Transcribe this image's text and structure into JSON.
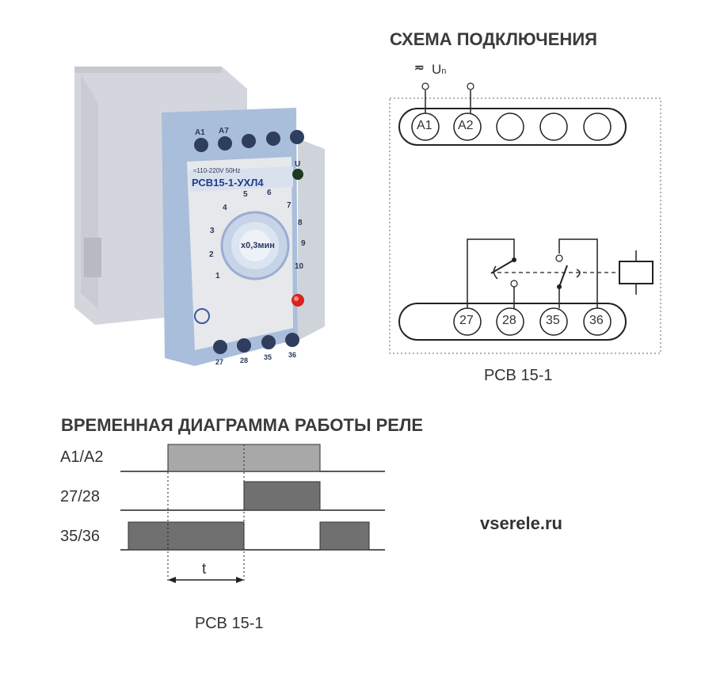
{
  "headings": {
    "wiring": "СХЕМА ПОДКЛЮЧЕНИЯ",
    "timing": "ВРЕМЕННАЯ ДИАГРАММА РАБОТЫ РЕЛЕ"
  },
  "device": {
    "terminals_top": [
      "A1",
      "A7"
    ],
    "voltage": "≈110-220V 50Hz",
    "model": "РСВ15-1-УХЛ4",
    "led_label": "U",
    "dial_numbers": [
      "1",
      "2",
      "3",
      "4",
      "5",
      "6",
      "7",
      "8",
      "9",
      "10"
    ],
    "dial_scale": "x0,3мин",
    "terminals_bottom": [
      "27",
      "28",
      "35",
      "36"
    ]
  },
  "wiring": {
    "supply_label": "U",
    "supply_sub": "n",
    "supply_symbol": "≂",
    "top_terminals": [
      "A1",
      "A2",
      "",
      "",
      ""
    ],
    "bottom_terminals": [
      "27",
      "28",
      "35",
      "36"
    ],
    "caption": "РСВ 15-1"
  },
  "timing": {
    "rows": [
      "A1/A2",
      "27/28",
      "35/36"
    ],
    "interval_label": "t",
    "caption": "РСВ 15-1"
  },
  "website": "vserele.ru",
  "colors": {
    "light_bar": "#a8a8a8",
    "dark_bar": "#707070",
    "line": "#222222",
    "device_blue": "#a9bedb",
    "device_body": "#e7e8ec",
    "led_red": "#d9231d",
    "led_green": "#1f3a1f"
  }
}
